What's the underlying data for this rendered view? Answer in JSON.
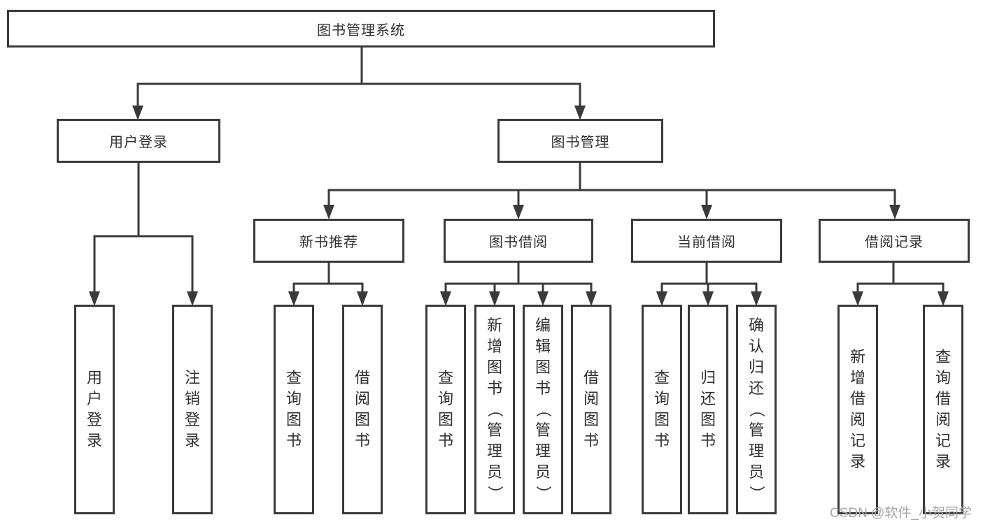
{
  "title": {
    "label": "图书管理系统"
  },
  "level2": [
    {
      "label": "用户登录"
    },
    {
      "label": "图书管理"
    }
  ],
  "categories": [
    {
      "label": "新书推荐"
    },
    {
      "label": "图书借阅"
    },
    {
      "label": "当前借阅"
    },
    {
      "label": "借阅记录"
    }
  ],
  "leaves": [
    {
      "label": "用户登录"
    },
    {
      "label": "注销登录"
    },
    {
      "label": "查询图书"
    },
    {
      "label": "借阅图书"
    },
    {
      "label": "查询图书"
    },
    {
      "label": "新增图书（管理员）"
    },
    {
      "label": "编辑图书（管理员）"
    },
    {
      "label": "借阅图书"
    },
    {
      "label": "查询图书"
    },
    {
      "label": "归还图书"
    },
    {
      "label": "确认归还（管理员）"
    },
    {
      "label": "新增借阅记录"
    },
    {
      "label": "查询借阅记录"
    }
  ],
  "watermark": {
    "text": "CSDN @软件_小贺同学"
  },
  "colors": {
    "line": "#3a3a3a",
    "text": "#2f2f2f",
    "watermark": "#a6a6a6"
  }
}
